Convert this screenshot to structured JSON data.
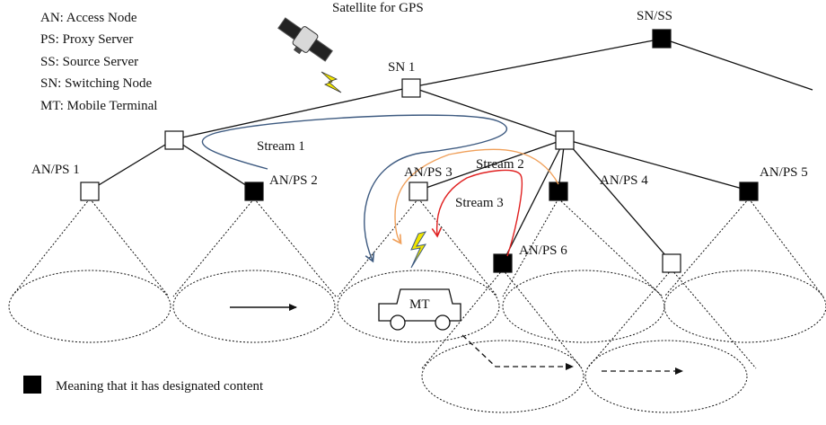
{
  "legend": {
    "definitions": [
      "AN: Access Node",
      "PS: Proxy Server",
      "SS: Source Server",
      "SN: Switching Node",
      "MT: Mobile Terminal"
    ],
    "designated_content": "Meaning that it has designated content"
  },
  "satellite": {
    "label": "Satellite for GPS"
  },
  "nodes": {
    "sn_ss": {
      "label": "SN/SS",
      "has_content": true
    },
    "sn1": {
      "label": "SN 1",
      "has_content": false
    },
    "an_ps_1": {
      "label": "AN/PS 1",
      "has_content": false
    },
    "an_ps_2": {
      "label": "AN/PS 2",
      "has_content": true
    },
    "an_ps_3": {
      "label": "AN/PS 3",
      "has_content": false
    },
    "an_ps_4": {
      "label": "AN/PS 4",
      "has_content": true
    },
    "an_ps_5": {
      "label": "AN/PS 5",
      "has_content": true
    },
    "an_ps_6": {
      "label": "AN/PS 6",
      "has_content": true
    }
  },
  "streams": [
    {
      "label": "Stream 1",
      "color": "#3d5a80"
    },
    {
      "label": "Stream 2",
      "color": "#f0a05a"
    },
    {
      "label": "Stream 3",
      "color": "#e02020"
    }
  ],
  "mobile_terminal": {
    "label": "MT"
  },
  "colors": {
    "line": "#111111",
    "designated_fill": "#000000",
    "empty_fill": "#ffffff",
    "lightning": "#f2e600"
  }
}
